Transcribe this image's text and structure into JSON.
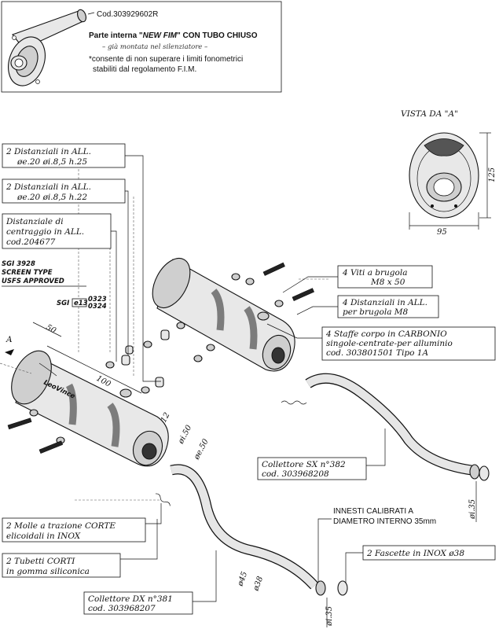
{
  "header": {
    "code": "Cod.303929602R",
    "line1_prefix": "Parte interna \"",
    "line1_italic": "NEW FIM",
    "line1_suffix": "\" CON TUBO CHIUSO",
    "line2": "– già montata nel silenziatore –",
    "line3": "*consente di non superare i limiti  fonometrici",
    "line4": "stabiliti dal regolamento F.I.M."
  },
  "view": {
    "title": "VISTA DA \"A\"",
    "dim_height": "125",
    "dim_width": "95"
  },
  "callouts": {
    "spacer_25": [
      "2 Distanziali in ALL.",
      "øe.20 øi.8,5 h.25"
    ],
    "spacer_22": [
      "2 Distanziali in ALL.",
      "øe.20 øi.8,5 h.22"
    ],
    "centering": [
      "Distanziale di",
      "centraggio in ALL.",
      "cod.204677"
    ],
    "screws": [
      "4 Viti a brugola",
      "M8 x 50"
    ],
    "spacers_4": [
      "4 Distanziali in ALL.",
      "per brugola M8"
    ],
    "brackets": [
      "4 Staffe corpo in CARBONIO",
      "singole-centrate-per alluminio",
      "cod. 303801501     Tipo 1A"
    ],
    "collector_sx": [
      "Collettore SX n°382",
      "cod. 303968208"
    ],
    "innesti": [
      "INNESTI CALIBRATI A",
      "DIAMETRO INTERNO 35mm"
    ],
    "clamps": [
      "2 Fascette in INOX ø38"
    ],
    "springs": [
      "2 Molle a trazione CORTE",
      "elicoidali in INOX"
    ],
    "tubes": [
      "2 Tubetti CORTI",
      "in gomma siliconica"
    ],
    "collector_dx": [
      "Collettore DX n°381",
      "cod. 303968207"
    ]
  },
  "approval": {
    "lines": [
      "SGI 3928",
      "SCREEN TYPE",
      "USFS APPROVED"
    ],
    "sgi": "SGI",
    "e_mark": "e13",
    "numbers": [
      "0323",
      "0324"
    ]
  },
  "dimensions": {
    "d50_top": "50",
    "d100": "100",
    "d12": "12",
    "di50": "øi.50",
    "de50": "øe.50",
    "di35_right": "øi.35",
    "d45": "ø45",
    "d38": "ø38",
    "di35_bottom": "øi.35"
  },
  "view_marker": "A"
}
